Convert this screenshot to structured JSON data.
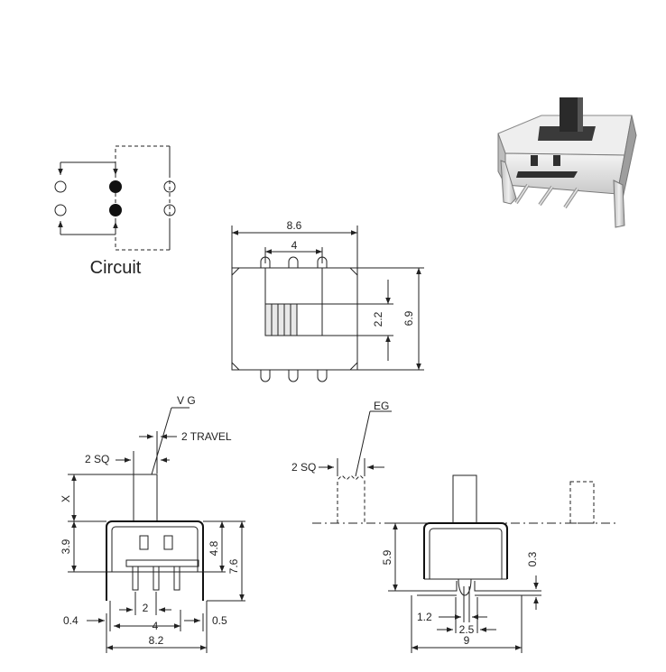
{
  "circuit": {
    "caption": "Circuit"
  },
  "top_view": {
    "width": "8.6",
    "pitch": "4",
    "height": "6.9",
    "slot": "2.2"
  },
  "front_view": {
    "variant": "V G",
    "travel": "2 TRAVEL",
    "sq": "2 SQ",
    "x": "X",
    "h1": "3.9",
    "h2": "4.8",
    "h3": "7.6",
    "pin_w": "0.4",
    "pitch": "2",
    "span": "4",
    "foot": "0.5",
    "width": "8.2"
  },
  "side_view": {
    "variant": "EG",
    "sq": "2 SQ",
    "height": "5.9",
    "thick": "0.3",
    "gap": "1.2",
    "pitch": "2.5",
    "width": "9"
  },
  "product_photo": {
    "icon": "slide-switch-photo"
  }
}
